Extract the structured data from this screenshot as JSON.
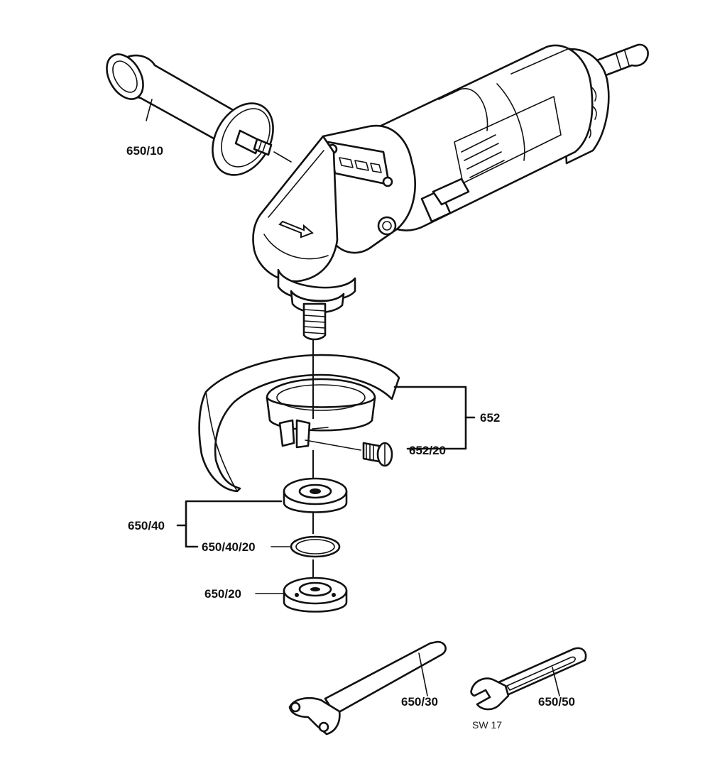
{
  "parts": [
    {
      "id": "650/10",
      "label": "650/10"
    },
    {
      "id": "652",
      "label": "652"
    },
    {
      "id": "652/20",
      "label": "652/20"
    },
    {
      "id": "650/40",
      "label": "650/40"
    },
    {
      "id": "650/40/20",
      "label": "650/40/20"
    },
    {
      "id": "650/20",
      "label": "650/20"
    },
    {
      "id": "650/30",
      "label": "650/30"
    },
    {
      "id": "650/50",
      "label": "650/50"
    }
  ],
  "wrench_size": "SW 17",
  "icons": [
    "angle-grinder-icon",
    "side-handle-icon",
    "wheel-guard-icon",
    "clamping-screw-icon",
    "mounting-flange-icon",
    "o-ring-icon",
    "clamping-nut-icon",
    "two-pin-spanner-icon",
    "open-end-wrench-icon"
  ]
}
